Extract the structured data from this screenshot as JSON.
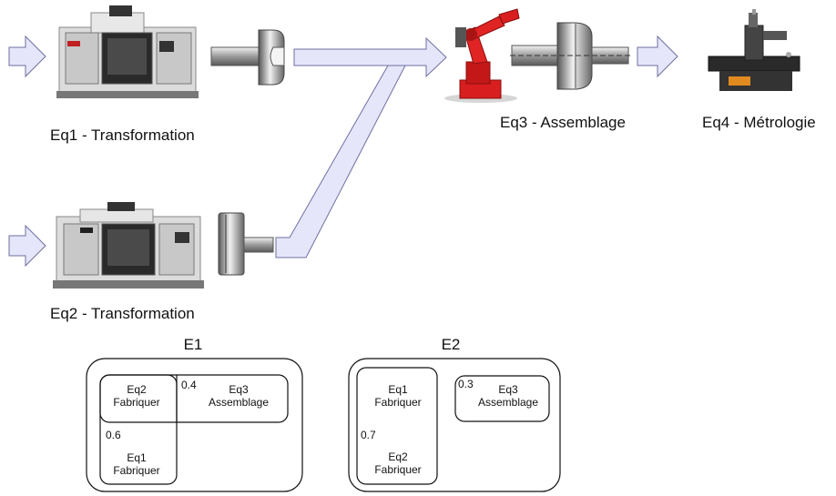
{
  "equipment": {
    "eq1": "Eq1 - Transformation",
    "eq2": "Eq2 - Transformation",
    "eq3": "Eq3 - Assemblage",
    "eq4": "Eq4 - Métrologie"
  },
  "e1": {
    "title": "E1",
    "boxA_line1": "Eq2",
    "boxA_line2": "Fabriquer",
    "boxB_line1": "Eq3",
    "boxB_line2": "Assemblage",
    "boxC_line1": "Eq1",
    "boxC_line2": "Fabriquer",
    "prob_b": "0.4",
    "prob_c": "0.6"
  },
  "e2": {
    "title": "E2",
    "boxA_line1": "Eq1",
    "boxA_line2": "Fabriquer",
    "boxA2_line1": "Eq2",
    "boxA2_line2": "Fabriquer",
    "boxB_line1": "Eq3",
    "boxB_line2": "Assemblage",
    "prob_a": "0.7",
    "prob_b": "0.3"
  },
  "colors": {
    "flow_fill": "#e6e6fa",
    "flow_stroke": "#6f6fa0",
    "robot_red": "#d81e1e",
    "machine_gray": "#d8d8d8"
  }
}
